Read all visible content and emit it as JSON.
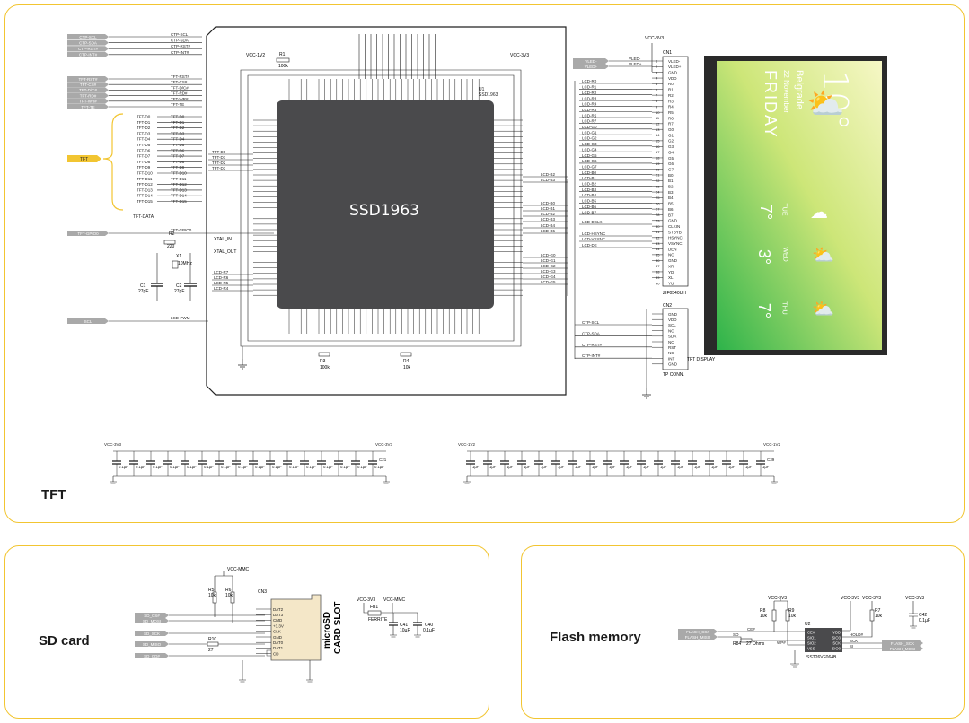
{
  "panels": {
    "tft": {
      "title": "TFT"
    },
    "sd": {
      "title": "SD card"
    },
    "flash": {
      "title": "Flash memory"
    }
  },
  "controller": {
    "name": "SSD1963",
    "ref": "U1",
    "part": "SSD1963"
  },
  "ctp_nets": [
    "CTP-SCL",
    "CTP-SDA",
    "CTP-RST#",
    "CTP-INT#"
  ],
  "tft_ctrl_nets": [
    "TFT-RST#",
    "TFT-CS#",
    "TFT-D/C#",
    "TFT-RD#",
    "TFT-WR#",
    "TFT-TE"
  ],
  "tft_data_nets": [
    "TFT-D0",
    "TFT-D1",
    "TFT-D2",
    "TFT-D3",
    "TFT-D4",
    "TFT-D5",
    "TFT-D6",
    "TFT-D7",
    "TFT-D8",
    "TFT-D9",
    "TFT-D10",
    "TFT-D11",
    "TFT-D12",
    "TFT-D13",
    "TFT-D14",
    "TFT-D15"
  ],
  "tft_bus": {
    "label": "TFT",
    "group": "TFT-DATA"
  },
  "left_misc": {
    "gpio": "TFT-GPIO0",
    "scl": "SCL",
    "pwm": "LCD-PWM",
    "xtal_in": "XTAL_IN",
    "xtal_out": "XTAL_OUT"
  },
  "passives_main": {
    "r1": "R1",
    "r1v": "100k",
    "r2": "R2",
    "r2v": "220",
    "x1": "X1",
    "x1v": "10MHz",
    "c1": "C1",
    "c1v": "27pF",
    "c2": "C2",
    "c2v": "27pF",
    "r3": "R3",
    "r3v": "100k",
    "r4": "R4",
    "r4v": "10k"
  },
  "power": {
    "v12": "VCC-1V2",
    "v33": "VCC-3V3",
    "mmc": "VCC-MMC"
  },
  "lcd_left_nets": [
    "LCD-R7",
    "LCD-R6",
    "LCD-R5",
    "LCD-R4"
  ],
  "cn1": {
    "ref": "CN1",
    "part": "ZIF0540UH",
    "pins": [
      "VLED-",
      "VLED+",
      "GND",
      "VDD",
      "R0",
      "R1",
      "R2",
      "R3",
      "R4",
      "R5",
      "R6",
      "R7",
      "G0",
      "G1",
      "G2",
      "G3",
      "G4",
      "G5",
      "G6",
      "G7",
      "B0",
      "B1",
      "B2",
      "B3",
      "B4",
      "B5",
      "B6",
      "B7",
      "GND",
      "CLKIN",
      "STBYB",
      "HSYNC",
      "VSYNC",
      "DEN",
      "NC",
      "GND",
      "XR",
      "YD",
      "XL",
      "YU"
    ],
    "nets": [
      "LCD-R0",
      "LCD-R1",
      "LCD-R2",
      "LCD-R3",
      "LCD-R4",
      "LCD-R5",
      "LCD-R6",
      "LCD-R7",
      "LCD-G0",
      "LCD-G1",
      "LCD-G2",
      "LCD-G3",
      "LCD-G4",
      "LCD-G5",
      "LCD-G6",
      "LCD-G7",
      "LCD-B0",
      "LCD-B1",
      "LCD-B2",
      "LCD-B3",
      "LCD-B4",
      "LCD-B5",
      "LCD-B6",
      "LCD-B7",
      "LCD-DCLK",
      "LCD-HSYNC",
      "LCD-VSYNC",
      "LCD-DE"
    ],
    "vled": [
      "VLED-",
      "VLED+"
    ]
  },
  "cn2": {
    "ref": "CN2",
    "part": "TP CONN.",
    "pins": [
      "GND",
      "VDD",
      "SCL",
      "NC",
      "SDA",
      "NC",
      "RST",
      "NC",
      "INT",
      "GND"
    ],
    "nets": [
      "CTP-SCL",
      "CTP-SDA",
      "CTP-RST#",
      "CTP-INT#"
    ]
  },
  "display": {
    "label": "TFT DISPLAY",
    "temp": "10°",
    "city": "Belgrade",
    "date": "22 November",
    "day": "FRIDAY",
    "forecast": [
      {
        "day": "TUE",
        "temp": "7°"
      },
      {
        "day": "WED",
        "temp": "3°"
      },
      {
        "day": "THU",
        "temp": "7°"
      }
    ]
  },
  "decoupling": {
    "left": {
      "v": "VCC-3V3",
      "vals": [
        "0.1µF",
        "0.1µF",
        "0.1µF",
        "0.1µF",
        "0.1µF",
        "0.1µF",
        "0.1µF",
        "0.1µF",
        "0.1µF",
        "0.1µF",
        "0.1µF",
        "0.1µF",
        "0.1µF",
        "0.1µF",
        "0.1µF",
        "0.1µF"
      ],
      "last": "C21"
    },
    "right": {
      "v": "VCC-1V2",
      "vals": [
        "1µF",
        "1µF",
        "1µF",
        "1µF",
        "1µF",
        "1µF",
        "1µF",
        "1µF",
        "1µF",
        "1µF",
        "1µF",
        "1µF",
        "1µF",
        "1µF",
        "1µF",
        "1µF",
        "1µF",
        "1µF"
      ],
      "last": "C39"
    }
  },
  "sd": {
    "slot": "microSD",
    "slot2": "CARD SLOT",
    "ref": "CN3",
    "nets": [
      "SD_CS#",
      "SD_MOSI",
      "SD_SCK",
      "SD_MISO",
      "SD_CD#"
    ],
    "pins": [
      "DAT2",
      "DAT3",
      "CMD",
      "+3.3V",
      "CLK",
      "GND",
      "DAT0",
      "DAT1",
      "CD"
    ],
    "r5": "R5",
    "r5v": "10k",
    "r6": "R6",
    "r6v": "10k",
    "r10": "R10",
    "r10v": "27",
    "fb": "FB1",
    "fbv": "FERRITE",
    "c41": "C41",
    "c41v": "10µF",
    "c40": "C40",
    "c40v": "0.1µF"
  },
  "flash": {
    "ref": "U2",
    "part": "SST26VF064B",
    "nets_in": [
      "FLASH_CS#",
      "FLASH_MISO"
    ],
    "nets_out": [
      "FLASH_SCK",
      "FLASH_MOSI"
    ],
    "pins_l": [
      "CE#",
      "SIO1",
      "SIO2",
      "VSS"
    ],
    "pins_r": [
      "VDD",
      "SIO3",
      "SCK",
      "SIO0"
    ],
    "sig": [
      "CE#",
      "SO",
      "WP#",
      "HOLD#",
      "SCK",
      "SI"
    ],
    "r8": "R8",
    "r8v": "10k",
    "r9": "R9",
    "r9v": "10k",
    "r7": "R7",
    "r7v": "10k",
    "r84": "R84",
    "r84v": "27 Ohms",
    "c42": "C42",
    "c42v": "0.1µF"
  }
}
